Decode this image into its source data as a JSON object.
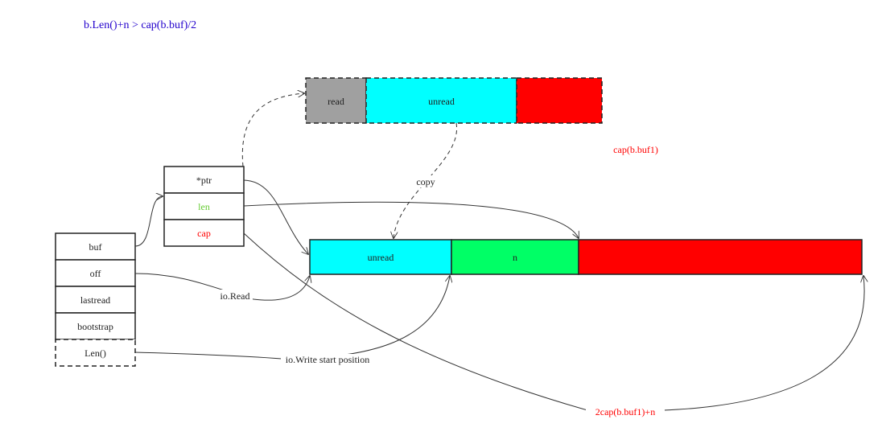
{
  "title": "b.Len()+n > cap(b.buf)/2",
  "colors": {
    "title": "#2200cc",
    "read": "#a0a0a0",
    "unread": "#00ffff",
    "n": "#00ff66",
    "free": "#ff0000",
    "len_text": "#66cc33",
    "cap_text": "#ff0000",
    "red_label": "#ff0000"
  },
  "buffer_struct": {
    "fields": [
      "buf",
      "off",
      "lastread",
      "bootstrap"
    ],
    "method": "Len()"
  },
  "slice_header": {
    "fields": [
      "*ptr",
      "len",
      "cap"
    ]
  },
  "old_buffer": {
    "segments": [
      "read",
      "unread",
      ""
    ],
    "cap_label": "cap(b.buf1)"
  },
  "new_buffer": {
    "segments": [
      "unread",
      "n",
      ""
    ],
    "cap_label": "2cap(b.buf1)+n"
  },
  "annotations": {
    "copy": "copy",
    "io_read": "io.Read",
    "io_write": "io.Write start position"
  }
}
